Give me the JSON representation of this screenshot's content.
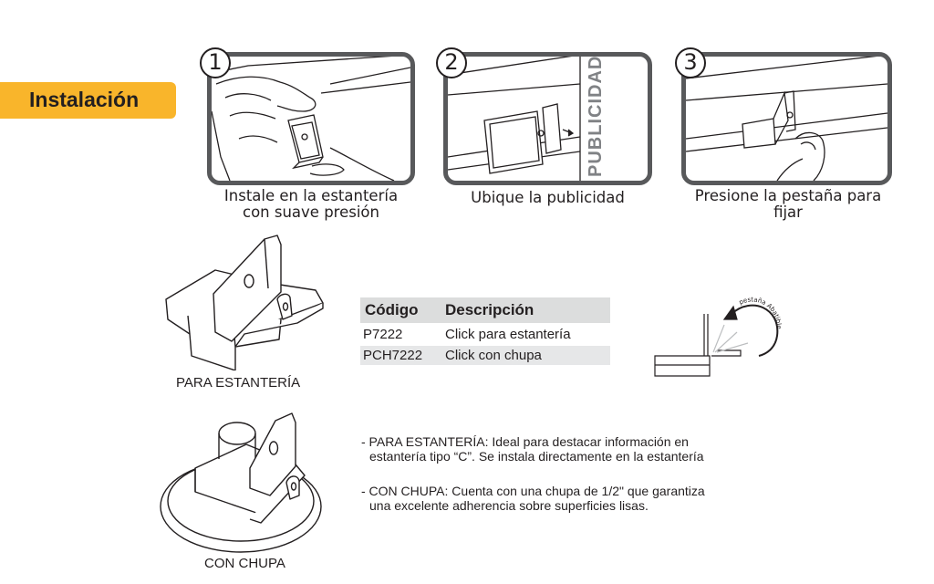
{
  "banner": {
    "title": "Instalación",
    "color": "#f9b52b"
  },
  "steps": [
    {
      "number": "1",
      "caption_line1": "Instale en la estantería",
      "caption_line2": "con suave presión"
    },
    {
      "number": "2",
      "caption_line1": "Ubique la publicidad",
      "side_label": "PUBLICIDAD"
    },
    {
      "number": "3",
      "caption_line1": "Presione la pestaña para",
      "caption_line2": "fijar"
    }
  ],
  "products": {
    "shelf_label": "PARA ESTANTERÍA",
    "suction_label": "CON CHUPA"
  },
  "table": {
    "headers": [
      "Código",
      "Descripción"
    ],
    "rows": [
      {
        "code": "P7222",
        "description": "Click para estantería"
      },
      {
        "code": "PCH7222",
        "description": "Click con chupa"
      }
    ]
  },
  "diagram": {
    "arc_label": "pestaña Abatible"
  },
  "notes": [
    {
      "line1": "- PARA ESTANTERÍA:  Ideal para destacar información en",
      "line2": "estantería  tipo “C”. Se instala directamente en la estantería"
    },
    {
      "line1": "- CON CHUPA: Cuenta con una chupa de 1/2\" que garantiza",
      "line2": "una excelente adherencia sobre superficies lisas."
    }
  ]
}
